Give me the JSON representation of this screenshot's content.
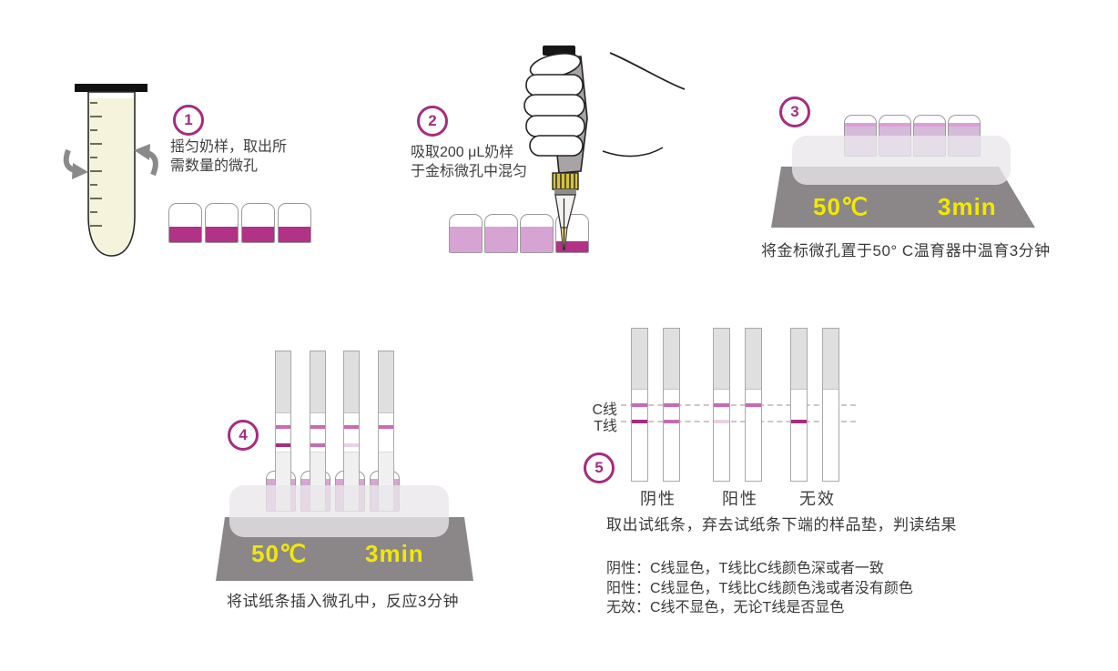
{
  "colors": {
    "accent": "#a62c80",
    "temp_text": "#f2e900",
    "incubator_base": "#8b8789",
    "well_dark_liquid": "#b13287",
    "well_light_liquid": "#d7a3d2",
    "tube_liquid": "#f6f3dc",
    "line_map": {
      "dark": "#a62c80",
      "medium": "#c96bb1",
      "light": "#ead0e5",
      "none": "transparent"
    }
  },
  "steps": [
    {
      "number": "1",
      "text": "摇匀奶样，取出所\n需数量的微孔"
    },
    {
      "number": "2",
      "text": "吸取200 μL奶样\n于金标微孔中混匀"
    },
    {
      "number": "3",
      "temp": "50℃",
      "time": "3min",
      "caption": "将金标微孔置于50° C温育器中温育3分钟"
    },
    {
      "number": "4",
      "temp": "50℃",
      "time": "3min",
      "caption": "将试纸条插入微孔中，反应3分钟",
      "strips": [
        {
          "c": "medium",
          "t": "dark"
        },
        {
          "c": "medium",
          "t": "medium"
        },
        {
          "c": "medium",
          "t": "light"
        },
        {
          "c": "medium",
          "t": "none"
        }
      ]
    },
    {
      "number": "5",
      "line_labels": {
        "c": "C线",
        "t": "T线"
      },
      "strips": [
        {
          "c": "medium",
          "t": "dark"
        },
        {
          "c": "medium",
          "t": "medium"
        },
        {
          "c": "medium",
          "t": "light"
        },
        {
          "c": "medium",
          "t": "none"
        },
        {
          "c": "none",
          "t": "dark"
        },
        {
          "c": "none",
          "t": "none"
        }
      ],
      "groups": [
        "阴性",
        "阳性",
        "无效"
      ],
      "caption": "取出试纸条，弃去试纸条下端的样品垫，判读结果",
      "interpretation": [
        "阴性：C线显色，T线比C线颜色深或者一致",
        "阳性：C线显色，T线比C线颜色浅或者没有颜色",
        "无效：C线不显色，无论T线是否显色"
      ]
    }
  ]
}
